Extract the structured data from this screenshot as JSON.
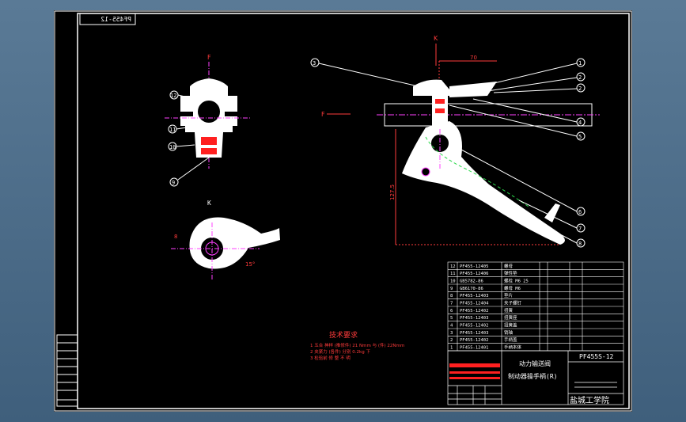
{
  "drawing_number_mirrored": "PF455-12",
  "drawing_number": "PF455S-12",
  "part_name_line1": "动力输送阀",
  "part_name_line2": "制动器操手柄(R)",
  "school": "盐城工学院",
  "view_labels": {
    "f_top": "F",
    "k_top": "K",
    "k_side": "K",
    "f_side": "F"
  },
  "dimensions": {
    "d70": "70",
    "d15": "15°",
    "d8": "8",
    "v127": "127.5"
  },
  "balloons_front": [
    "12",
    "11",
    "10",
    "9"
  ],
  "balloons_side_left": [
    "3"
  ],
  "balloons_side_right": [
    "1",
    "2",
    "2",
    "4",
    "5",
    "6",
    "7",
    "8"
  ],
  "notes": {
    "title": "技术要求",
    "items": [
      "1  五合 抻样 (推修件) 21 Nmm 与 (件) 22Nmm",
      "2  夹紧力 (各件) 分别 0.2kg 下",
      "3  检验前 修 整 不 明"
    ]
  },
  "bom": [
    {
      "no": "12",
      "code": "PF455-12405",
      "name": "螺母"
    },
    {
      "no": "11",
      "code": "PF455-12406",
      "name": "弹性垫"
    },
    {
      "no": "10",
      "code": "GB5782-86",
      "name": "螺栓 M6 25"
    },
    {
      "no": "9",
      "code": "GB6170-86",
      "name": "螺母 M6"
    },
    {
      "no": "8",
      "code": "PF455-12403",
      "name": "垫片"
    },
    {
      "no": "7",
      "code": "PF455-12404",
      "name": "夹子螺钉"
    },
    {
      "no": "6",
      "code": "PF455-12402",
      "name": "扭簧"
    },
    {
      "no": "5",
      "code": "PF455-12403",
      "name": "扭簧座"
    },
    {
      "no": "4",
      "code": "PF455-12402",
      "name": "扭簧盖"
    },
    {
      "no": "3",
      "code": "PF455-12403",
      "name": "销轴"
    },
    {
      "no": "2",
      "code": "PF455-12402",
      "name": "手柄盖"
    },
    {
      "no": "1",
      "code": "PF455-12401",
      "name": "手柄本体"
    }
  ],
  "colors": {
    "line": "#ffffff",
    "dim": "#ff3b3b",
    "center": "#ff40ff",
    "cut": "#ff2020"
  }
}
